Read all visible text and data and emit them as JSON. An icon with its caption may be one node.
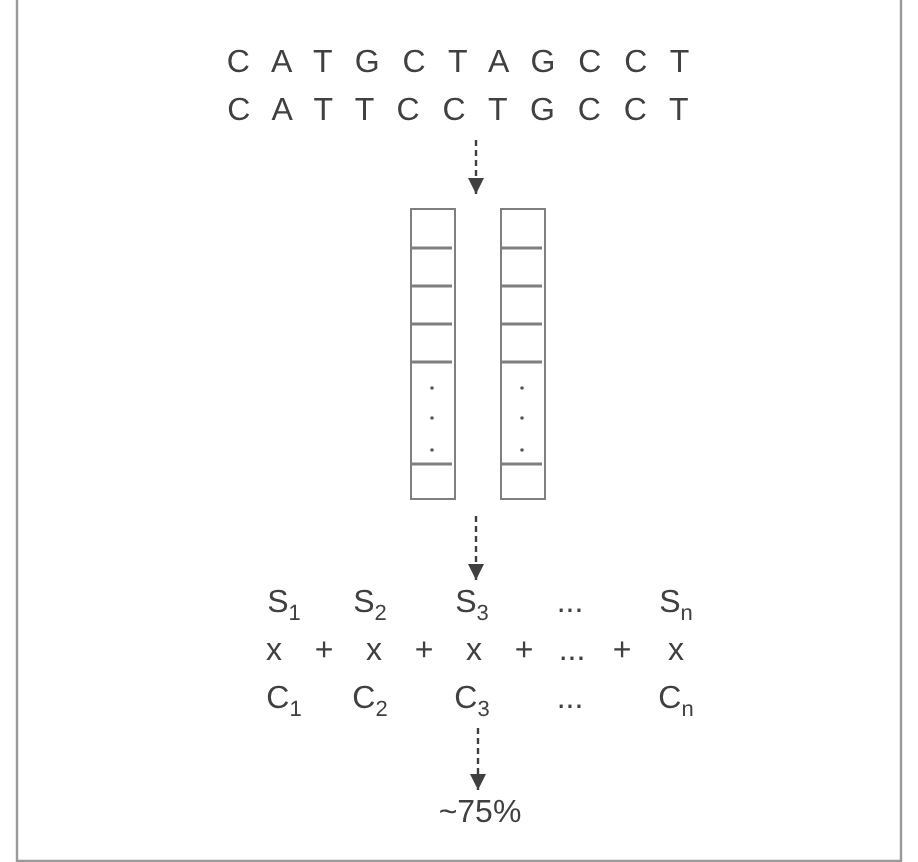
{
  "diagram": {
    "nodes": [
      {
        "text": [
          "C A T G C T A G C C T",
          "C A T T C C T G C C T"
        ]
      },
      {
        "text": [],
        "shape": "bar"
      },
      {
        "text": [],
        "shape": "bar"
      },
      {
        "text": [
          "S$_{1}$",
          "S$_{2}$",
          "S$_{3}$",
          "...",
          "S$_{n}$",
          "x",
          "+",
          "x",
          "+",
          "x",
          "+",
          "...",
          "+",
          "x",
          "C$_{1}$",
          "C$_{2}$",
          "C$_{3}$",
          "...",
          "C$_{n}$"
        ]
      },
      {
        "text": [
          "~75%"
        ]
      }
    ],
    "edges": [
      {
        "from": 0,
        "to": 1,
        "arrow": "to",
        "style": "dashed"
      },
      {
        "from": null,
        "to": 3,
        "arrow": "to",
        "style": "dashed"
      },
      {
        "from": 3,
        "to": 4,
        "arrow": "to",
        "style": "dashed"
      }
    ]
  }
}
